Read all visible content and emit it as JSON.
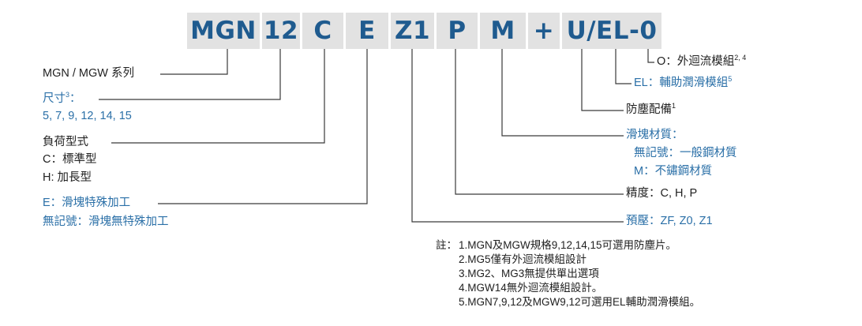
{
  "model_code": {
    "parts": [
      "MGN",
      "12",
      "C",
      "E",
      "Z1",
      "P",
      "M",
      "+",
      "U/EL-0"
    ]
  },
  "left_labels": {
    "series": "MGN / MGW 系列",
    "size_title": "尺寸",
    "size_sup": "3",
    "size_colon": "：",
    "size_values": "5, 7, 9, 12, 14, 15",
    "load_title": "負荷型式",
    "load_c": "C：標準型",
    "load_h": "H: 加長型",
    "special_e": "E：滑塊特殊加工",
    "special_none": "無記號：滑塊無特殊加工"
  },
  "right_labels": {
    "o_label": "O：外迴流模組",
    "o_sup": "2, 4",
    "el_label": "EL：輔助潤滑模組",
    "el_sup": "5",
    "dust_label": "防塵配備",
    "dust_sup": "1",
    "material_title": "滑塊材質：",
    "material_none": "無記號：一般鋼材質",
    "material_m": "M：不鏽鋼材質",
    "precision": "精度：C, H, P",
    "preload": "預壓：ZF, Z0, Z1"
  },
  "notes": {
    "prefix": "註：",
    "items": [
      "1.MGN及MGW規格9,12,14,15可選用防塵片。",
      "2.MG5僅有外迴流模組設計",
      "3.MG2、MG3無提供單出選項",
      "4.MGW14無外迴流模組設計。",
      "5.MGN7,9,12及MGW9,12可選用EL輔助潤滑模組。"
    ]
  },
  "colors": {
    "header_bg": "#e2e2e2",
    "header_text": "#1f5b8f",
    "label_blue": "#2a6fa7",
    "label_dark": "#222222",
    "line": "#3a3a3a"
  }
}
